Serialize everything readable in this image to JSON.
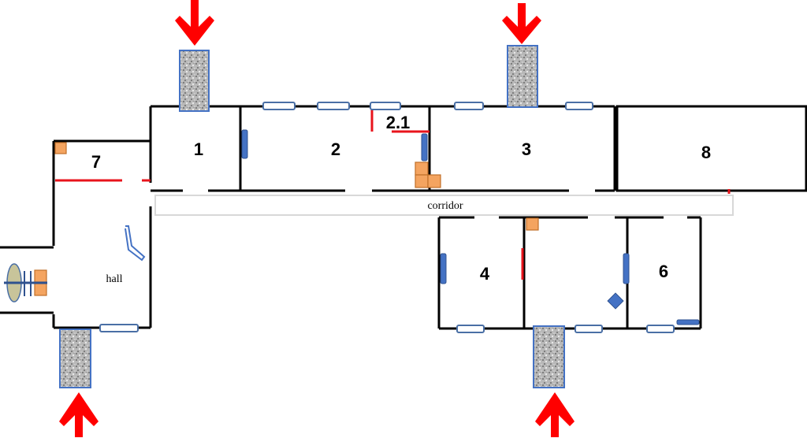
{
  "rooms": {
    "r1": "1",
    "r2": "2",
    "r2_1": "2.1",
    "r3": "3",
    "r4": "4",
    "r6": "6",
    "r7": "7",
    "r8": "8"
  },
  "labels": {
    "corridor": "corridor",
    "hall": "hall"
  },
  "colors": {
    "wall": "#000000",
    "arrow": "#ff0000",
    "red_line": "#e8141c",
    "window_stroke": "#4a6fa5",
    "blue_fill": "#4472c4",
    "orange": "#f4a460",
    "orange_stroke": "#c0702a",
    "granite": "#a0a0a0",
    "oval": "#c8c49a"
  },
  "icons": {
    "entrance_arrow": "down-arrow-icon",
    "granite_block": "stone-block-icon",
    "window": "window-icon"
  }
}
